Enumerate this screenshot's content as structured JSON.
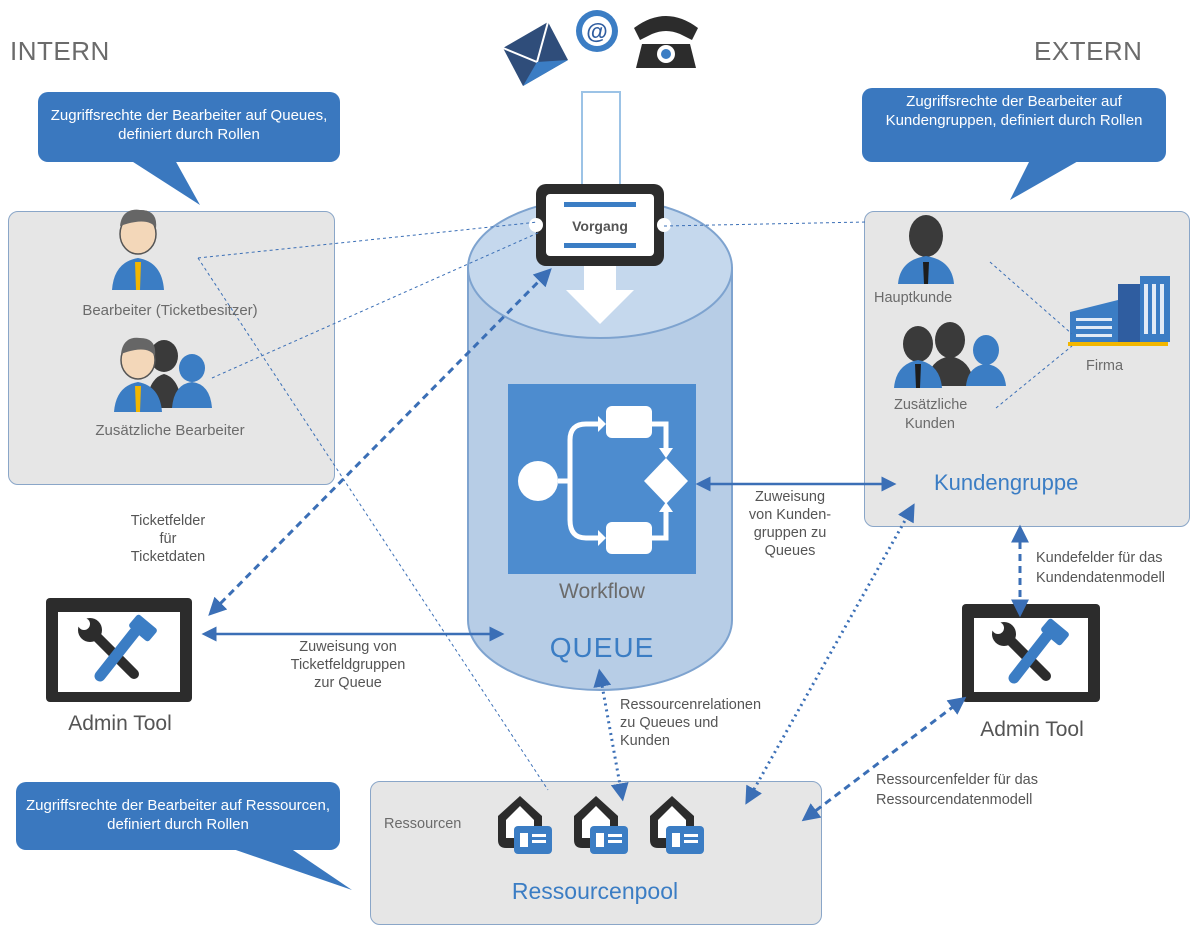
{
  "corners": {
    "intern": "INTERN",
    "extern": "EXTERN"
  },
  "channels": [
    "envelope-icon",
    "at-sign-icon",
    "telephone-icon"
  ],
  "callouts": {
    "top_left": "Zugriffsrechte der Bearbeiter auf Queues, definiert durch Rollen",
    "top_right": "Zugriffsrechte der Bearbeiter auf Kundengruppen, definiert durch Rollen",
    "bottom_left": "Zugriffsrechte der Bearbeiter auf Ressourcen, definiert durch Rollen"
  },
  "intern_panel": {
    "agent": "Bearbeiter (Ticketbesitzer)",
    "additional_agents": "Zusätzliche Bearbeiter"
  },
  "extern_panel": {
    "main_customer": "Hauptkunde",
    "additional_customers_line1": "Zusätzliche",
    "additional_customers_line2": "Kunden",
    "company": "Firma",
    "title": "Kundengruppe"
  },
  "queue": {
    "ticket": "Vorgang",
    "workflow": "Workflow",
    "title": "QUEUE"
  },
  "labels": {
    "ticketfields_1": "Ticketfelder",
    "ticketfields_2": "für",
    "ticketfields_3": "Ticketdaten",
    "assign_fieldgroups_1": "Zuweisung von",
    "assign_fieldgroups_2": "Ticketfeldgruppen",
    "assign_fieldgroups_3": "zur Queue",
    "assign_customer_1": "Zuweisung",
    "assign_customer_2": "von Kunden-",
    "assign_customer_3": "gruppen zu",
    "assign_customer_4": "Queues",
    "customer_fields_1": "Kundefelder für das",
    "customer_fields_2": "Kundendatenmodell",
    "resource_rel_1": "Ressourcenrelationen",
    "resource_rel_2": "zu Queues und",
    "resource_rel_3": "Kunden",
    "resource_fields_1": "Ressourcenfelder für das",
    "resource_fields_2": "Ressourcendatenmodell"
  },
  "admin_tools": {
    "left": "Admin Tool",
    "right": "Admin Tool"
  },
  "resource_pool": {
    "label": "Ressourcen",
    "title": "Ressourcenpool"
  },
  "colors": {
    "accent_blue": "#3b7dc4",
    "queue_fill": "#b7cde6",
    "panel_fill": "#e6e6e6",
    "callout_fill": "#3a78bf"
  }
}
